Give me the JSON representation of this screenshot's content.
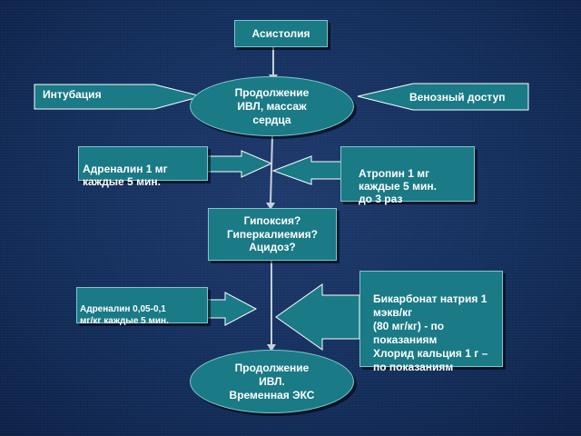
{
  "colors": {
    "box_fill": "#1a7a86",
    "box_border": "#7fc6cd",
    "text": "#ffffff",
    "background": "#15305e"
  },
  "nodes": {
    "asystole": "Асистолия",
    "continue_ventilation_massage": "Продолжение ИВЛ, массаж сердца",
    "intubation": "Интубация",
    "venous_access": "Венозный доступ",
    "adrenaline": "Адреналин 1 мг\nкаждые 5 мин.",
    "atropine": "Атропин 1 мг\nкаждые 5 мин.\nдо 3 раз",
    "causes": "Гипоксия?\nГиперкалиемия?\nАцидоз?",
    "bicarbonate": "Бикарбонат натрия 1 мэкв/кг\n (80 мг/кг) - по показаниям\nХлорид кальция 1 г –\nпо показаниям",
    "adrenaline_dose": "Адреналин 0,05-0,1\nмг/кг каждые 5 мин.",
    "continue_ventilation_pacing": "Продолжение\nИВЛ.\nВременная ЭКС"
  }
}
